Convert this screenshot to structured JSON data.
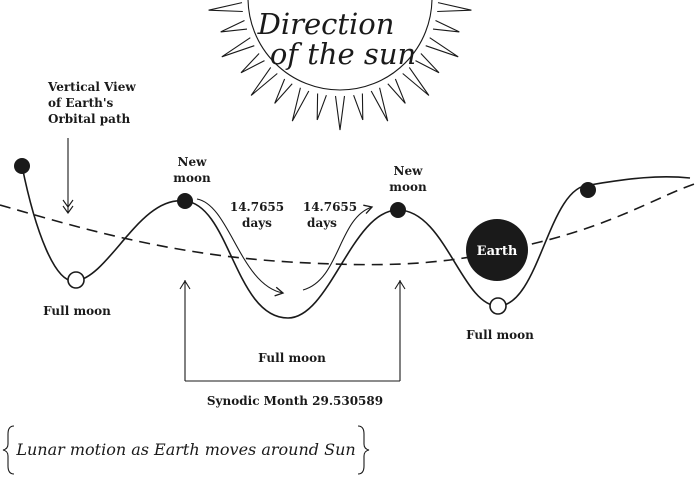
{
  "sun": {
    "title_line1": "Direction",
    "title_line2": "of the sun"
  },
  "labels": {
    "vertical_view_line1": "Vertical View",
    "vertical_view_line2": "of Earth's",
    "vertical_view_line3": "Orbital path",
    "new_moon_1_line1": "New",
    "new_moon_1_line2": "moon",
    "new_moon_2_line1": "New",
    "new_moon_2_line2": "moon",
    "days_1_value": "14.7655",
    "days_1_unit": "days",
    "days_2_value": "14.7655",
    "days_2_unit": "days",
    "full_moon_left": "Full moon",
    "full_moon_center": "Full moon",
    "full_moon_right": "Full moon",
    "earth": "Earth",
    "synodic_month": "Synodic Month 29.530589"
  },
  "caption": {
    "text": "Lunar motion as Earth moves around Sun"
  },
  "colors": {
    "ink": "#1a1a1a",
    "paper": "#ffffff"
  }
}
